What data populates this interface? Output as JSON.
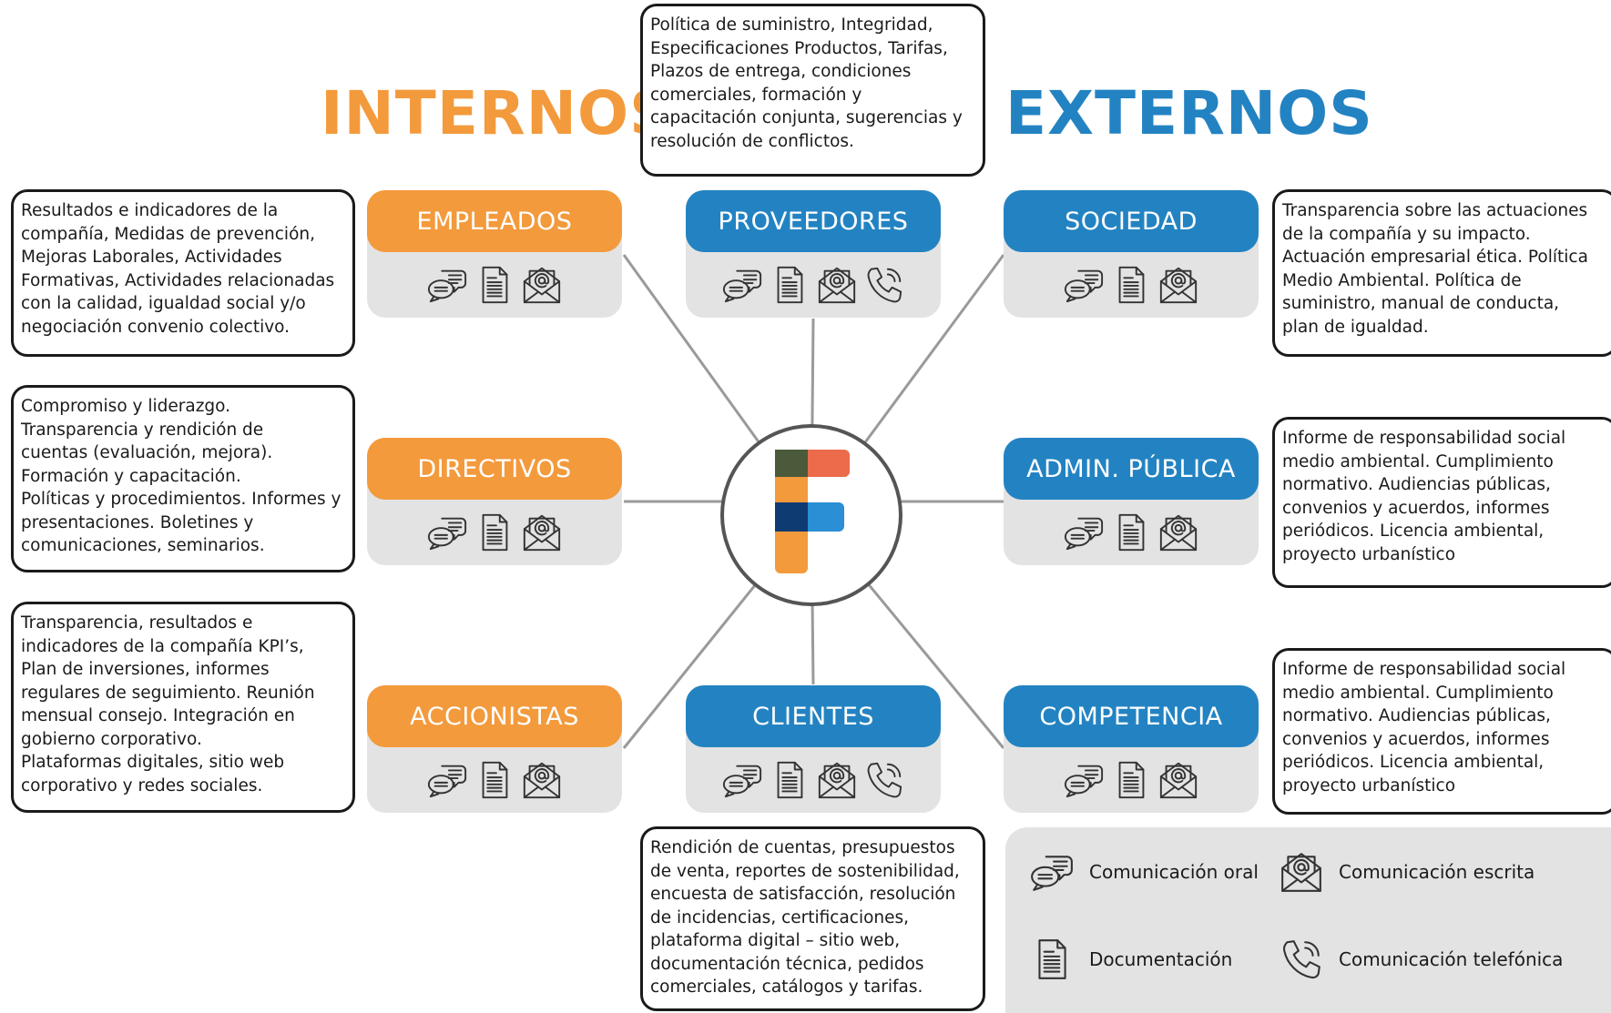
{
  "headings": {
    "internal": "INTERNOS",
    "external": "EXTERNOS"
  },
  "colors": {
    "internal": "#f39a3c",
    "external": "#2383c2",
    "card_background": "#e3e3e3",
    "connector": "#9a9a9a",
    "logo": [
      "#4a5a3a",
      "#ec6b4a",
      "#f39a3c",
      "#0f3b73",
      "#2a8fd4",
      "#f39a3c"
    ]
  },
  "icon_names": [
    "oral-communication-icon",
    "documentation-icon",
    "email-icon",
    "phone-icon"
  ],
  "stakeholders": [
    {
      "id": "empleados",
      "label": "EMPLEADOS",
      "group": "internal",
      "icons": [
        "oral-communication-icon",
        "documentation-icon",
        "email-icon"
      ],
      "description": "Resultados e indicadores de la\ncompañía, Medidas de prevención,\nMejoras Laborales, Actividades\nFormativas, Actividades relacionadas\ncon la calidad, igualdad social y/o\nnegociación convenio colectivo."
    },
    {
      "id": "directivos",
      "label": "DIRECTIVOS",
      "group": "internal",
      "icons": [
        "oral-communication-icon",
        "documentation-icon",
        "email-icon"
      ],
      "description": "Compromiso y liderazgo.\nTransparencia y rendición de\ncuentas (evaluación, mejora).\nFormación y capacitación.\nPolíticas y procedimientos. Informes y\npresentaciones. Boletines y\ncomunicaciones, seminarios."
    },
    {
      "id": "accionistas",
      "label": "ACCIONISTAS",
      "group": "internal",
      "icons": [
        "oral-communication-icon",
        "documentation-icon",
        "email-icon"
      ],
      "description": "Transparencia, resultados e\nindicadores de la compañía KPI’s,\nPlan de inversiones, informes\nregulares de seguimiento. Reunión\nmensual consejo. Integración en\ngobierno corporativo.\nPlataformas digitales, sitio web\ncorporativo y redes sociales."
    },
    {
      "id": "proveedores",
      "label": "PROVEEDORES",
      "group": "external",
      "icons": [
        "oral-communication-icon",
        "documentation-icon",
        "email-icon",
        "phone-icon"
      ],
      "description": "Política de suministro, Integridad,\nEspecificaciones Productos, Tarifas,\nPlazos de entrega, condiciones\ncomerciales, formación y\ncapacitación conjunta, sugerencias y\nresolución de conflictos."
    },
    {
      "id": "clientes",
      "label": "CLIENTES",
      "group": "external",
      "icons": [
        "oral-communication-icon",
        "documentation-icon",
        "email-icon",
        "phone-icon"
      ],
      "description": "Rendición de cuentas, presupuestos\nde venta, reportes de sostenibilidad,\nencuesta de satisfacción, resolución\nde incidencias, certificaciones,\nplataforma digital – sitio web,\ndocumentación técnica, pedidos\ncomerciales, catálogos y tarifas."
    },
    {
      "id": "sociedad",
      "label": "SOCIEDAD",
      "group": "external",
      "icons": [
        "oral-communication-icon",
        "documentation-icon",
        "email-icon"
      ],
      "description": "Transparencia sobre las actuaciones\nde la compañía y su impacto.\nActuación empresarial ética. Política\nMedio Ambiental. Política de\nsuministro, manual de conducta,\nplan de igualdad."
    },
    {
      "id": "admin",
      "label": "ADMIN. PÚBLICA",
      "group": "external",
      "icons": [
        "oral-communication-icon",
        "documentation-icon",
        "email-icon"
      ],
      "description": "Informe de responsabilidad social\nmedio ambiental. Cumplimiento\nnormativo. Audiencias públicas,\nconvenios y acuerdos, informes\nperiódicos. Licencia ambiental,\nproyecto urbanístico"
    },
    {
      "id": "competencia",
      "label": "COMPETENCIA",
      "group": "external",
      "icons": [
        "oral-communication-icon",
        "documentation-icon",
        "email-icon"
      ],
      "description": "Informe de responsabilidad social\nmedio ambiental. Cumplimiento\nnormativo. Audiencias públicas,\nconvenios y acuerdos, informes\nperiódicos. Licencia ambiental,\nproyecto urbanístico"
    }
  ],
  "legend": [
    {
      "icon": "oral-communication-icon",
      "label": "Comunicación oral"
    },
    {
      "icon": "email-icon",
      "label": "Comunicación escrita"
    },
    {
      "icon": "documentation-icon",
      "label": "Documentación"
    },
    {
      "icon": "phone-icon",
      "label": "Comunicación telefónica"
    }
  ]
}
